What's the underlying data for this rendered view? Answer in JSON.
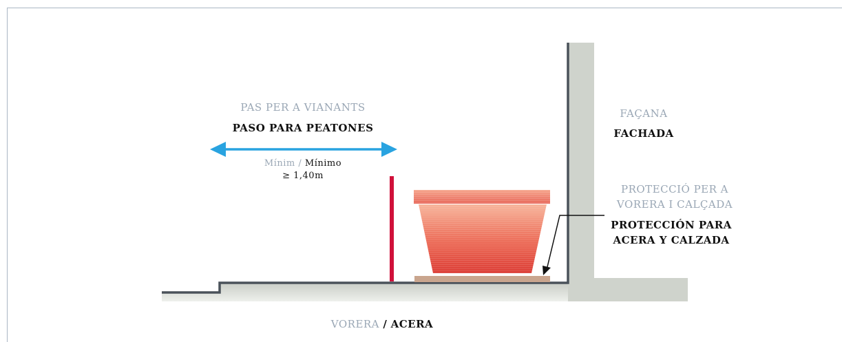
{
  "walkway": {
    "label_ca": "PAS PER A VIANANTS",
    "label_es": "PASO PARA PEATONES",
    "min_ca": "Mínim",
    "min_separator": "/",
    "min_es": "Mínimo",
    "min_value": "≥ 1,40m"
  },
  "facade": {
    "label_ca": "FAÇANA",
    "label_es": "FACHADA"
  },
  "protection": {
    "label_ca_line1": "PROTECCIÓ PER A",
    "label_ca_line2": "VORERA I CALÇADA",
    "label_es_line1": "PROTECCIÓN PARA",
    "label_es_line2": "ACERA Y CALZADA"
  },
  "sidewalk": {
    "label_ca": "VORERA",
    "separator": "/",
    "label_es": "ACERA"
  },
  "colors": {
    "arrow": "#29a3e0",
    "bollard": "#d0103a",
    "pot_light": "#f6a98c",
    "pot_dark": "#e0483c",
    "wall": "#cfd3cc",
    "outline": "#4a525a",
    "label_catalan": "#9aa7b5",
    "label_spanish": "#111111"
  }
}
